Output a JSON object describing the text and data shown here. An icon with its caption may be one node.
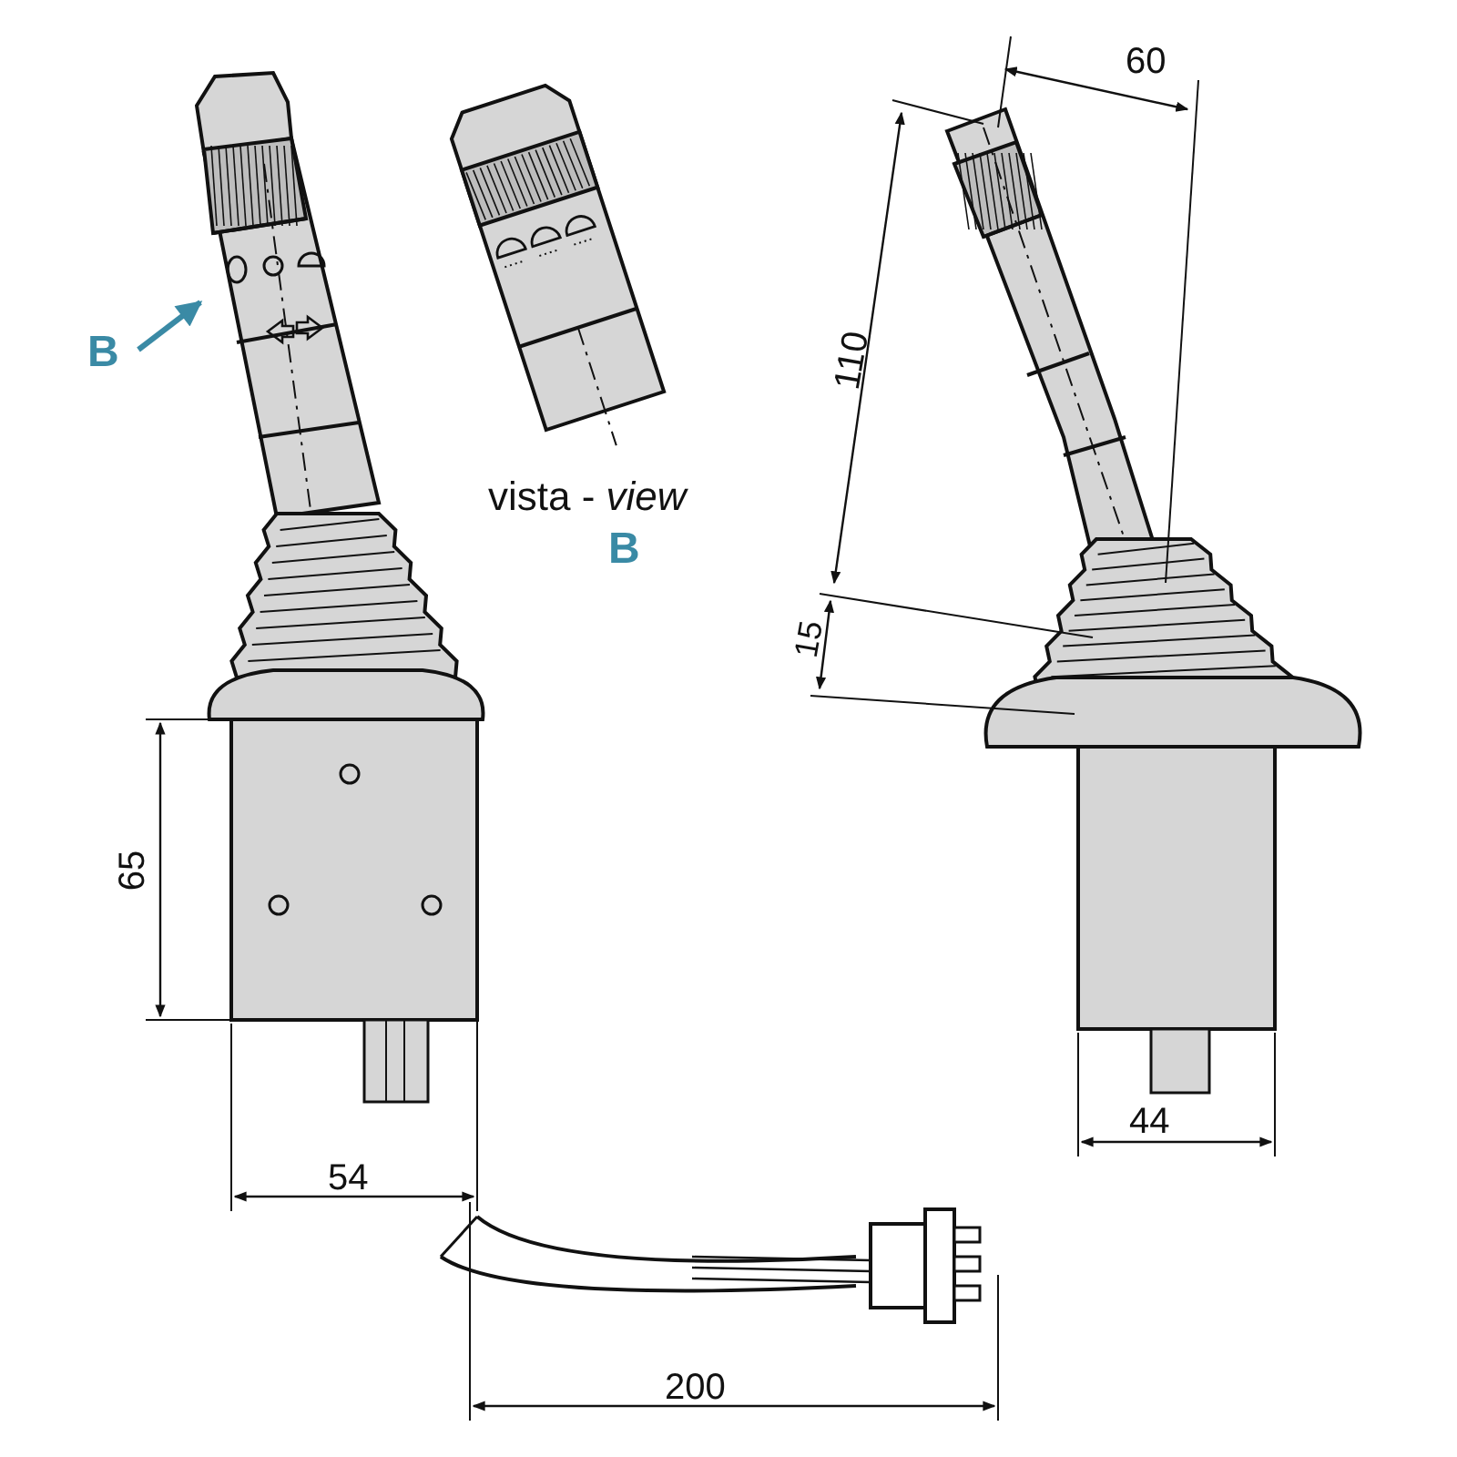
{
  "diagram": {
    "nodes": [
      {
        "text": [
          "B"
        ]
      },
      {
        "text": [],
        "shape": "picture"
      }
    ],
    "edges": [
      {
        "from": 0,
        "to": 1,
        "arrow": "to"
      }
    ],
    "labels": [
      "vista - *view*",
      "B",
      "60",
      "110",
      "15",
      "65",
      "54",
      "44",
      "200"
    ]
  }
}
